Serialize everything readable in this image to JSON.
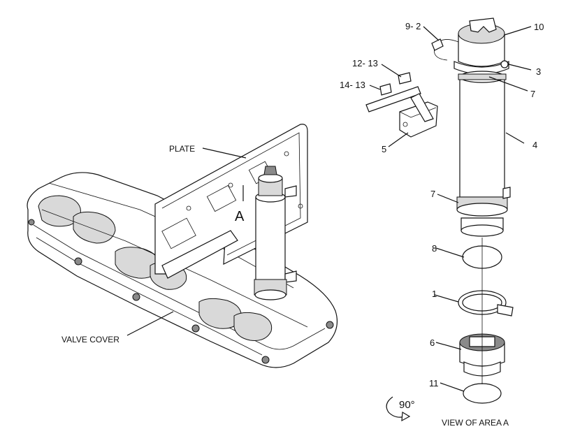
{
  "labels": {
    "plate": "PLATE",
    "valve_cover": "VALVE COVER",
    "area": "A",
    "rotation": "90°",
    "view_caption": "VIEW OF AREA  A"
  },
  "callouts": {
    "c9_2": "9- 2",
    "c10": "10",
    "c3": "3",
    "c7_top": "7",
    "c12_13": "12- 13",
    "c14_13": "14- 13",
    "c4": "4",
    "c5": "5",
    "c7_low": "7",
    "c8": "8",
    "c1": "1",
    "c6": "6",
    "c11": "11"
  },
  "icons": {
    "rotation": "rotate-arrow-icon"
  }
}
